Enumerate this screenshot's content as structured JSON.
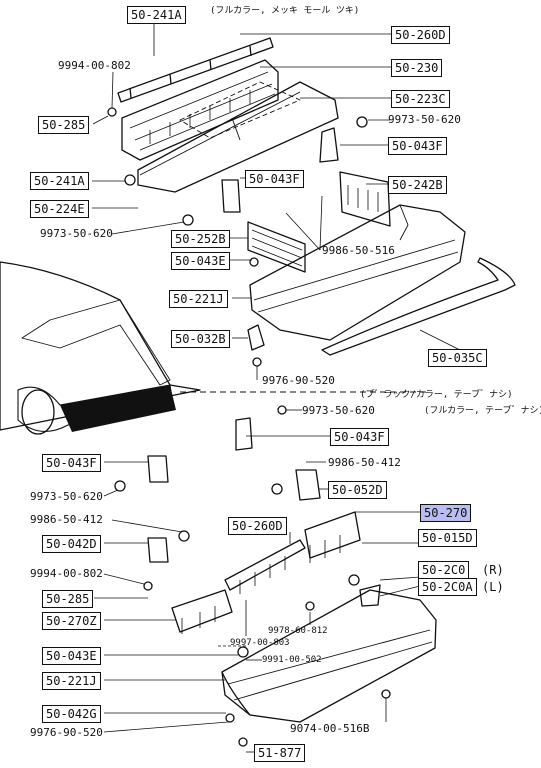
{
  "notes": {
    "top": "(フルカラー, メッキ モール ツキ)",
    "mid1": "(ブ゛ラック/カラー, テーブ゛ナシ)",
    "mid2": "(フルカラー, テーブ゛ナシ)"
  },
  "boxes": {
    "b241a_top": "50-241A",
    "b260d_top": "50-260D",
    "b230": "50-230",
    "b223c": "50-223C",
    "b285_top": "50-285",
    "b043f_1": "50-043F",
    "b241a": "50-241A",
    "b043f_2": "50-043F",
    "b242b": "50-242B",
    "b224e": "50-224E",
    "b252b": "50-252B",
    "b043e_top": "50-043E",
    "b221j_top": "50-221J",
    "b032b": "50-032B",
    "b035c": "50-035C",
    "b043f_3": "50-043F",
    "b043f_4": "50-043F",
    "b052d": "50-052D",
    "b270": "50-270",
    "b260d": "50-260D",
    "b042d": "50-042D",
    "b015d": "50-015D",
    "b2c0": "50-2C0",
    "b2c0a": "50-2C0A",
    "b285": "50-285",
    "b270z": "50-270Z",
    "b043e": "50-043E",
    "b221j": "50-221J",
    "b042g": "50-042G",
    "b51877": "51-877"
  },
  "suffix": {
    "r": "(R)",
    "l": "(L)"
  },
  "parts": {
    "p9994_top": "9994-00-802",
    "p9973_a": "9973-50-620",
    "p9973_b": "9973-50-620",
    "p9986_a": "9986-50-516",
    "p9976_a": "9976-90-520",
    "p9973_c": "9973-50-620",
    "p9986_b": "9986-50-412",
    "p9973_d": "9973-50-620",
    "p9986_c": "9986-50-412",
    "p9994_b": "9994-00-802",
    "p9978": "9978-60-812",
    "p9997": "9997-00-803",
    "p9991": "9991-00-502",
    "p9074": "9074-00-516B",
    "p9976_b": "9976-90-520"
  },
  "colors": {
    "highlight": "#b9bdf2",
    "ink": "#111111"
  }
}
